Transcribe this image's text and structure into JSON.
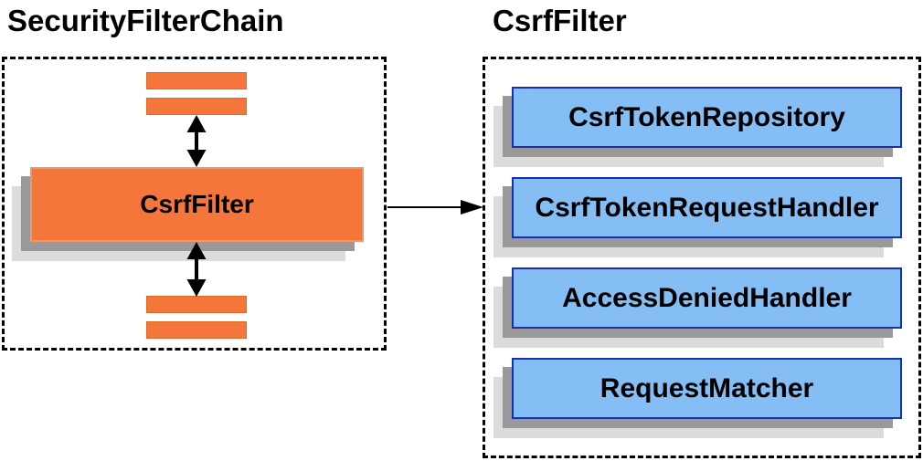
{
  "left_panel": {
    "title": "SecurityFilterChain",
    "csrf_filter_label": "CsrfFilter"
  },
  "right_panel": {
    "title": "CsrfFilter",
    "components": [
      "CsrfTokenRepository",
      "CsrfTokenRequestHandler",
      "AccessDeniedHandler",
      "RequestMatcher"
    ]
  },
  "colors": {
    "orange_fill": "#f4763b",
    "orange_border": "#d96a28",
    "orange_box_border": "#ef9766",
    "blue_fill": "#85bef4",
    "blue_border": "#1a2fae",
    "shadow_dark": "#999999",
    "shadow_light": "#dcdcdc",
    "dashed_border": "#000000",
    "arrow_color": "#000000",
    "text_color": "#000000"
  }
}
